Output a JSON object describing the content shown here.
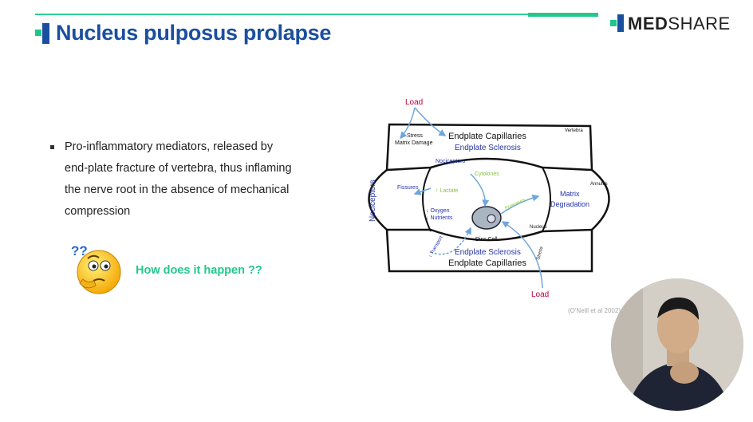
{
  "header": {
    "title": "Nucleus pulposus prolapse",
    "logo_bold": "MED",
    "logo_light": "SHARE"
  },
  "content": {
    "bullet_lines": [
      "Pro-inflammatory mediators, released by",
      "end-plate fracture of vertebra, thus inflaming",
      "the nerve root in the absence of mechanical",
      "compression"
    ],
    "question": "How does it happen ??",
    "emoji_marks": "??"
  },
  "diagram": {
    "load_top": "Load",
    "load_bottom": "Load",
    "stress_matrix_1": "Stress",
    "stress_matrix_2": "Matrix Damage",
    "vertebra": "Vertebra",
    "endplate_capillaries_top": "Endplate Capillaries",
    "endplate_sclerosis_top": "Endplate Sclerosis",
    "nociceptors_inner": "Nociceptors",
    "cytokines": "Cytokines",
    "annulus": "Annulus",
    "fissures": "Fissures",
    "lactate": "↑ Lactate",
    "nociceptors_side": "Nociceptors",
    "matrix_1": "Matrix",
    "matrix_2": "Degradation",
    "proteases": "Proteases",
    "oxygen": "↓ Oxygen",
    "nutrients": "↓ Nutrients",
    "disc_cell": "Disc Cell",
    "nucleus": "Nucleus",
    "transport": "↓ Transport",
    "stress_side": "Stress",
    "endplate_sclerosis_bottom": "Endplate Sclerosis",
    "endplate_capillaries_bottom": "Endplate Capillaries",
    "colors": {
      "red": "#c0003c",
      "blue": "#2433a8",
      "green": "#8ac43f",
      "arrow": "#6ea6dc"
    }
  },
  "citation": "(O'Neill et al 2002)"
}
